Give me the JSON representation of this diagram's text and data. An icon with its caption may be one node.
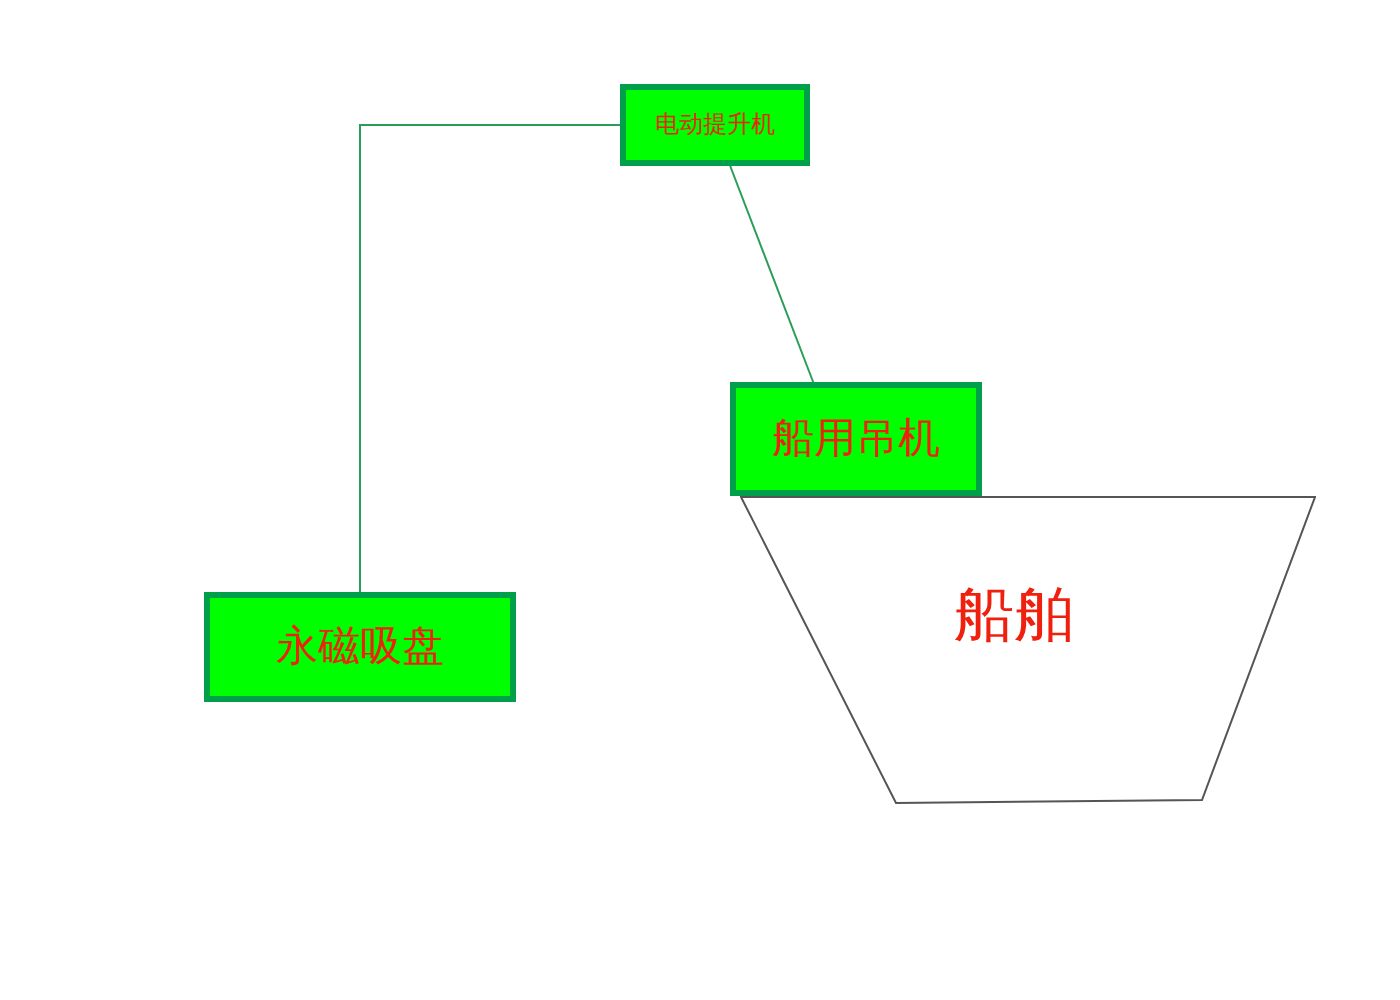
{
  "diagram": {
    "nodes": [
      {
        "text": [
          "电动提升机"
        ]
      },
      {
        "text": [
          "船用吊机"
        ]
      },
      {
        "text": [
          "永磁吸盘"
        ]
      },
      {
        "text": [
          "船舶"
        ]
      }
    ],
    "edges": [
      {
        "from": 0,
        "to": 2,
        "arrow": "none"
      },
      {
        "from": 0,
        "to": 1,
        "arrow": "none"
      }
    ]
  }
}
